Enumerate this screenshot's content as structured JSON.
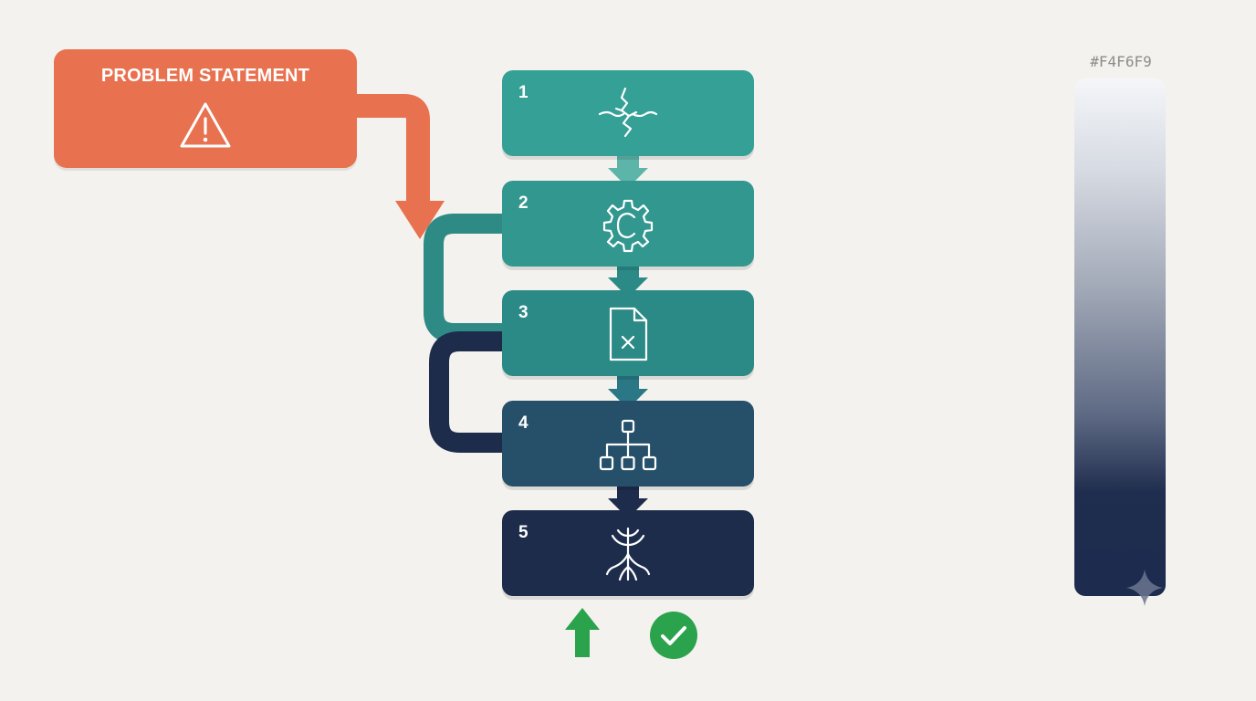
{
  "problem": {
    "title": "PROBLEM STATEMENT",
    "color": "#E8714F",
    "icon": "warning-icon"
  },
  "steps": [
    {
      "number": "1",
      "icon": "crack-icon",
      "color": "#34A096"
    },
    {
      "number": "2",
      "icon": "gear-icon",
      "color": "#31978F"
    },
    {
      "number": "3",
      "icon": "file-x-icon",
      "color": "#2B8A86"
    },
    {
      "number": "4",
      "icon": "hierarchy-icon",
      "color": "#26506A"
    },
    {
      "number": "5",
      "icon": "root-icon",
      "color": "#1E2C4C"
    }
  ],
  "connector_colors": {
    "problem_arrow": "#E8714F",
    "loop_teal": "#2E8A84",
    "loop_navy": "#1E2C4C"
  },
  "outcome": {
    "up_arrow_icon": "up-arrow-icon",
    "check_icon": "check-circle-icon",
    "color": "#2BA24C"
  },
  "legend": {
    "hex_label": "#F4F6F9",
    "gradient_top": "#F4F6F9",
    "gradient_bottom": "#1C2B4E"
  }
}
